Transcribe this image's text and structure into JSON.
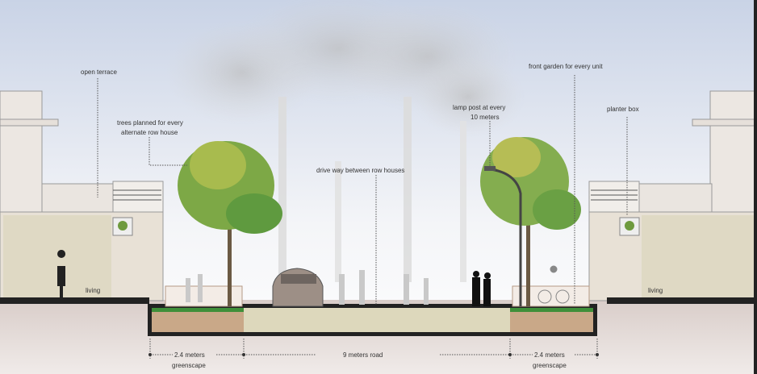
{
  "labels": {
    "open_terrace": "open terrace",
    "trees_line1": "trees planned for every",
    "trees_line2": "alternate row house",
    "driveway": "drive way between row houses",
    "lamp_line1": "lamp post at every",
    "lamp_line2": "10 meters",
    "front_garden": "front garden for every unit",
    "planter_box": "planter box",
    "living_left": "living",
    "living_right": "living"
  },
  "dimensions": {
    "left_green_line1": "2.4 meters",
    "left_green_line2": "greenscape",
    "road": "9 meters road",
    "right_green_line1": "2.4 meters",
    "right_green_line2": "greenscape"
  },
  "colors": {
    "sky_top": "#c9d3e6",
    "grass": "#3f8f3a",
    "soil": "#c9a888",
    "road_slab": "#ddd8bc",
    "ground": "#e6dcd8"
  }
}
